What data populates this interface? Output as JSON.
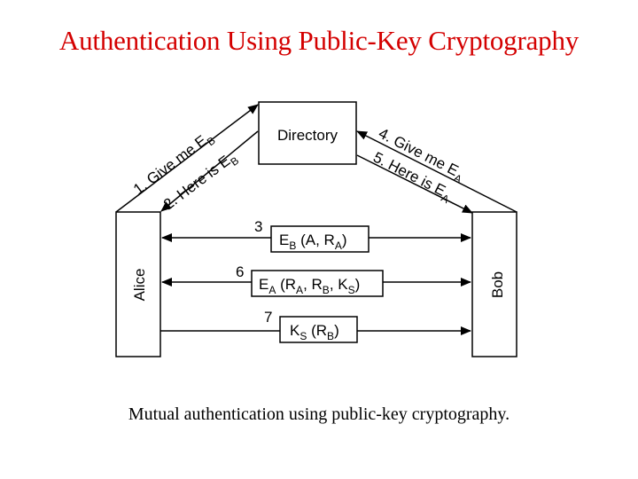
{
  "slide": {
    "title": "Authentication Using Public-Key Cryptography",
    "caption": "Mutual authentication using public-key cryptography."
  },
  "diagram": {
    "nodes": {
      "alice": "Alice",
      "bob": "Bob",
      "directory": "Directory"
    },
    "messages": [
      {
        "num": "1.",
        "text": "Give me E",
        "sub": "B"
      },
      {
        "num": "2.",
        "text": "Here is E",
        "sub": "B"
      },
      {
        "num": "4.",
        "text": "Give me E",
        "sub": "A"
      },
      {
        "num": "5.",
        "text": "Here is E",
        "sub": "A"
      }
    ],
    "exchanges": [
      {
        "step": "3",
        "key": "E",
        "key_sub": "B",
        "open": "(A, R",
        "open_sub": "A",
        "close": ")"
      },
      {
        "step": "6",
        "key": "E",
        "key_sub": "A",
        "open": "(R",
        "open_sub": "A",
        "mid1": ", R",
        "mid1_sub": "B",
        "mid2": ", K",
        "mid2_sub": "S",
        "close": ")"
      },
      {
        "step": "7",
        "key": "K",
        "key_sub": "S",
        "open": "(R",
        "open_sub": "B",
        "close": ")"
      }
    ]
  }
}
